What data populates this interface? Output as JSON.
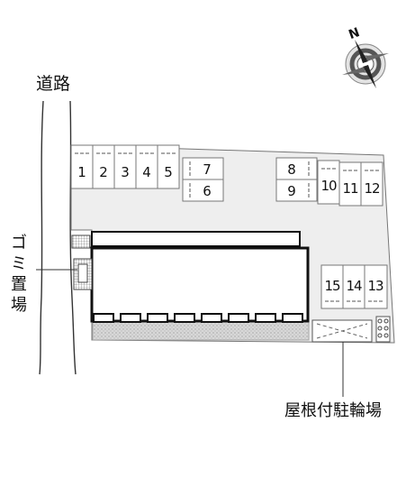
{
  "labels": {
    "road": "道路",
    "garbage": [
      "ゴ",
      "ミ",
      "置",
      "場"
    ],
    "bike_parking": "屋根付駐輪場"
  },
  "compass": {
    "north_symbol": "N"
  },
  "parking": {
    "top_row": [
      "1",
      "2",
      "3",
      "4",
      "5"
    ],
    "stacked_pair": [
      "7",
      "6"
    ],
    "right_pair": [
      "8",
      "9"
    ],
    "right_row": [
      "10",
      "11",
      "12"
    ],
    "bottom_row": [
      "15",
      "14",
      "13"
    ]
  },
  "colors": {
    "lot": "#eeeeee",
    "outline": "#777777",
    "building": "#111111",
    "gravel": "#d6d6d6"
  }
}
